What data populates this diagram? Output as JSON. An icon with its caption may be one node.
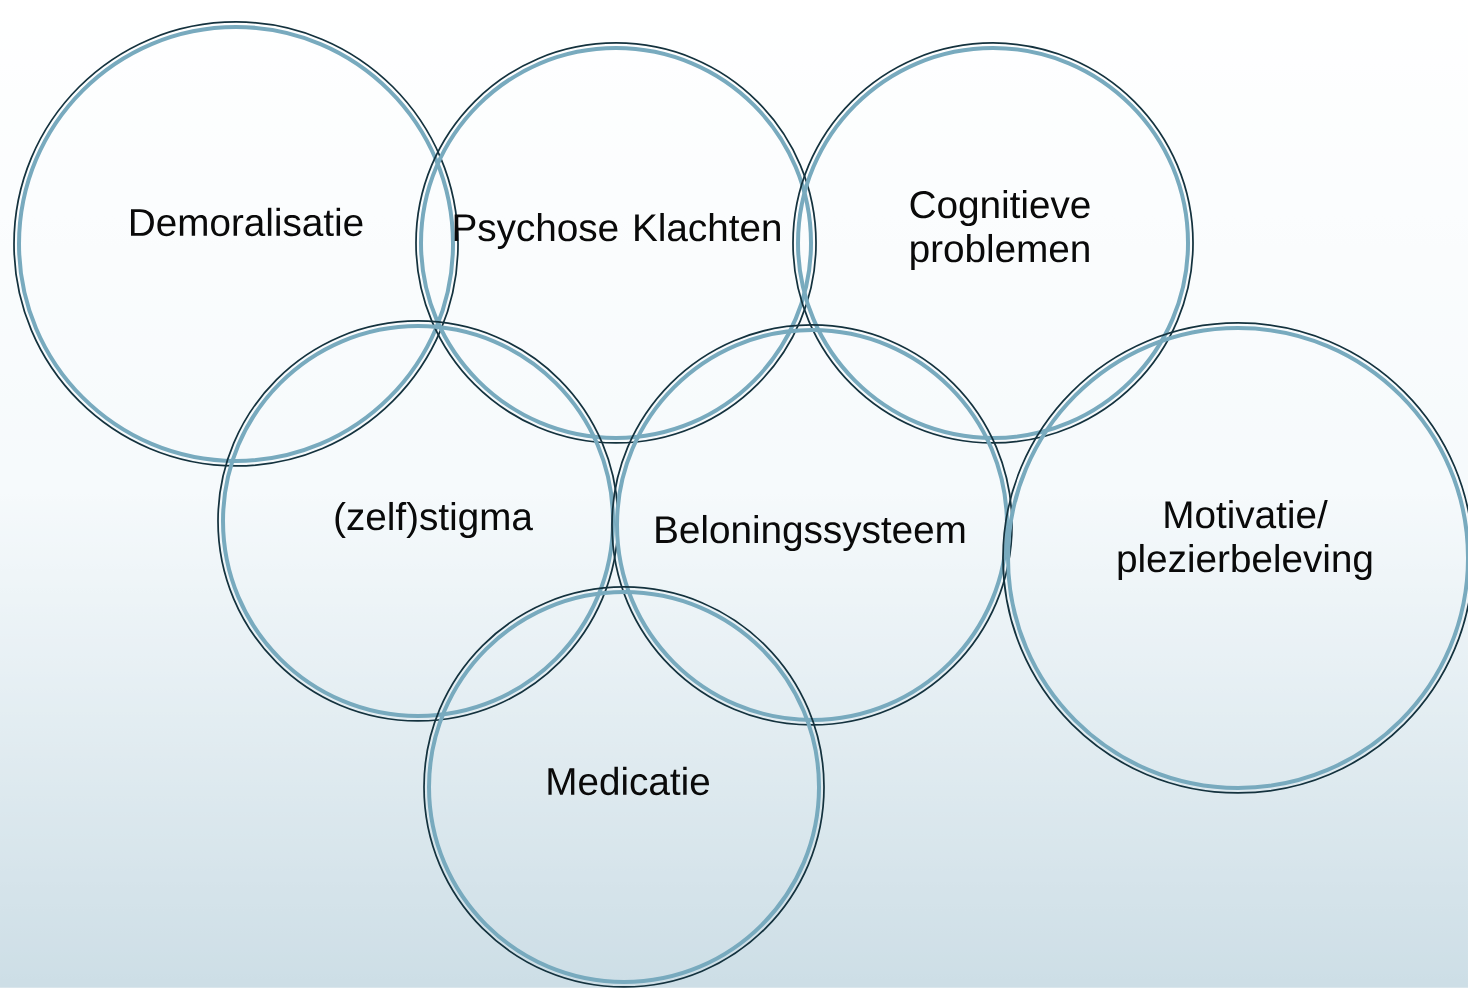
{
  "diagram": {
    "nodes": [
      {
        "text": [
          "Demoralisatie"
        ]
      },
      {
        "text": [
          "Psychose Klachten"
        ]
      },
      {
        "text": [
          "Cognitieve problemen"
        ]
      },
      {
        "text": [
          "(zelf)stigma"
        ]
      },
      {
        "text": [
          "Beloningssysteem"
        ]
      },
      {
        "text": [
          "Motivatie/ plezierbeleving"
        ]
      },
      {
        "text": [
          "Medicatie"
        ]
      }
    ]
  }
}
